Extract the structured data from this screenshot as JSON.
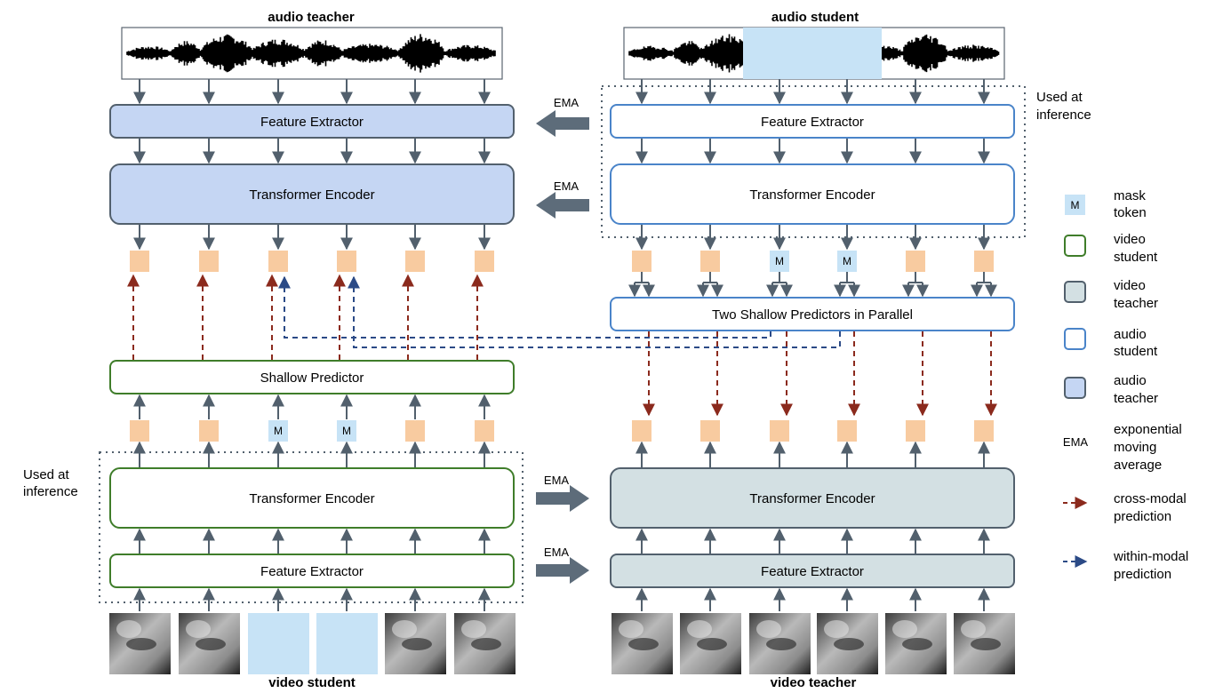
{
  "titles": {
    "audio_teacher": "audio teacher",
    "audio_student": "audio student",
    "video_student": "video student",
    "video_teacher": "video teacher"
  },
  "boxes": {
    "feature_extractor": "Feature Extractor",
    "transformer_encoder": "Transformer Encoder",
    "shallow_predictor": "Shallow Predictor",
    "two_shallow_predictors": "Two Shallow Predictors in Parallel"
  },
  "mask_token": "M",
  "ema": "EMA",
  "used_at_inference": [
    "Used at",
    "inference"
  ],
  "legend": {
    "mask_token": [
      "mask",
      "token"
    ],
    "video_student": [
      "video",
      "student"
    ],
    "video_teacher": [
      "video",
      "teacher"
    ],
    "audio_student": [
      "audio",
      "student"
    ],
    "audio_teacher": [
      "audio",
      "teacher"
    ],
    "ema_symbol": "EMA",
    "ema_desc": [
      "exponential",
      "moving",
      "average"
    ],
    "cross_modal": [
      "cross-modal",
      "prediction"
    ],
    "within_modal": [
      "within-modal",
      "prediction"
    ]
  },
  "colors": {
    "audio_teacher_fill": "#c5d6f3",
    "audio_student_stroke": "#4a84c9",
    "video_student_stroke": "#3f7d2a",
    "video_teacher_fill": "#d3e0e3",
    "token_orange": "#f8cba0",
    "mask_blue": "#c7e3f6",
    "cross_modal": "#8b2a1d",
    "within_modal": "#2b4a86",
    "arrow_gray": "#52606d"
  }
}
